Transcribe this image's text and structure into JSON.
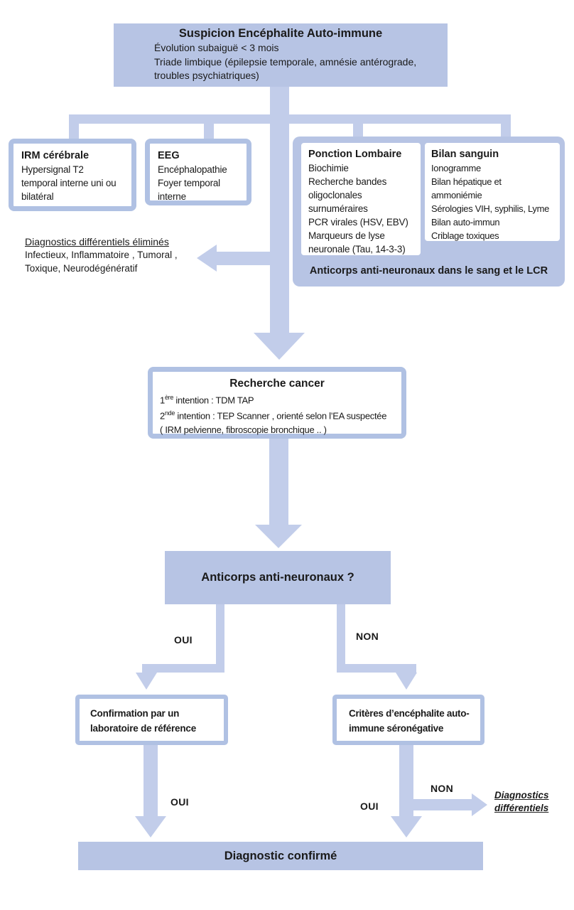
{
  "colors": {
    "box_fill": "#b7c4e4",
    "box_border": "#b0c1e3",
    "connector": "#c2cdea",
    "text": "#1a1a1a"
  },
  "top_box": {
    "title": "Suspicion Encéphalite Auto-immune",
    "lines": [
      "Évolution subaiguë < 3 mois",
      "Triade limbique (épilepsie temporale, amnésie antérograde,",
      "troubles psychiatriques)"
    ]
  },
  "irm_box": {
    "title": "IRM cérébrale",
    "lines": [
      "Hypersignal T2",
      "temporal interne uni ou",
      "bilatéral"
    ]
  },
  "eeg_box": {
    "title": "EEG",
    "lines": [
      "Encéphalopathie",
      "Foyer temporal",
      "interne"
    ]
  },
  "pl_box": {
    "title": "Ponction Lombaire",
    "lines": [
      "Biochimie",
      "Recherche bandes",
      "oligoclonales",
      "surnuméraires",
      "PCR virales (HSV, EBV)",
      "Marqueurs de lyse",
      "neuronale (Tau, 14-3-3)"
    ]
  },
  "bs_box": {
    "title": "Bilan sanguin",
    "lines": [
      "Ionogramme",
      "Bilan hépatique et",
      "ammoniémie",
      "Sérologies VIH, syphilis, Lyme",
      "Bilan auto-immun",
      "Criblage toxiques"
    ]
  },
  "banner": {
    "label": "Anticorps anti-neuronaux dans le sang et le LCR"
  },
  "differentials": {
    "heading": "Diagnostics différentiels éliminés",
    "lines": [
      "Infectieux, Inflammatoire , Tumoral ,",
      "Toxique, Neurodégénératif"
    ]
  },
  "cancer_box": {
    "title": "Recherche cancer",
    "line1": {
      "num": "1",
      "sup": "ère",
      "rest": " intention : TDM TAP"
    },
    "line2": {
      "num": "2",
      "sup": "nde",
      "rest": " intention : TEP Scanner , orienté selon l’EA suspectée"
    },
    "line3": "( IRM pelvienne, fibroscopie bronchique .. )"
  },
  "decision_box": {
    "label": "Anticorps anti-neuronaux ?"
  },
  "labels": {
    "oui_left": "OUI",
    "non_right": "NON",
    "oui_confirm": "OUI",
    "oui_seroneg": "OUI",
    "non_seroneg": "NON"
  },
  "confirm_box": {
    "lines": [
      "Confirmation par un",
      "laboratoire de référence"
    ]
  },
  "seroneg_box": {
    "lines": [
      "Critères d’encéphalite auto-",
      "immune séronégative"
    ]
  },
  "diff_secondary": {
    "lines": [
      "Diagnostics",
      "différentiels"
    ]
  },
  "final_bar": {
    "label": "Diagnostic confirmé"
  }
}
